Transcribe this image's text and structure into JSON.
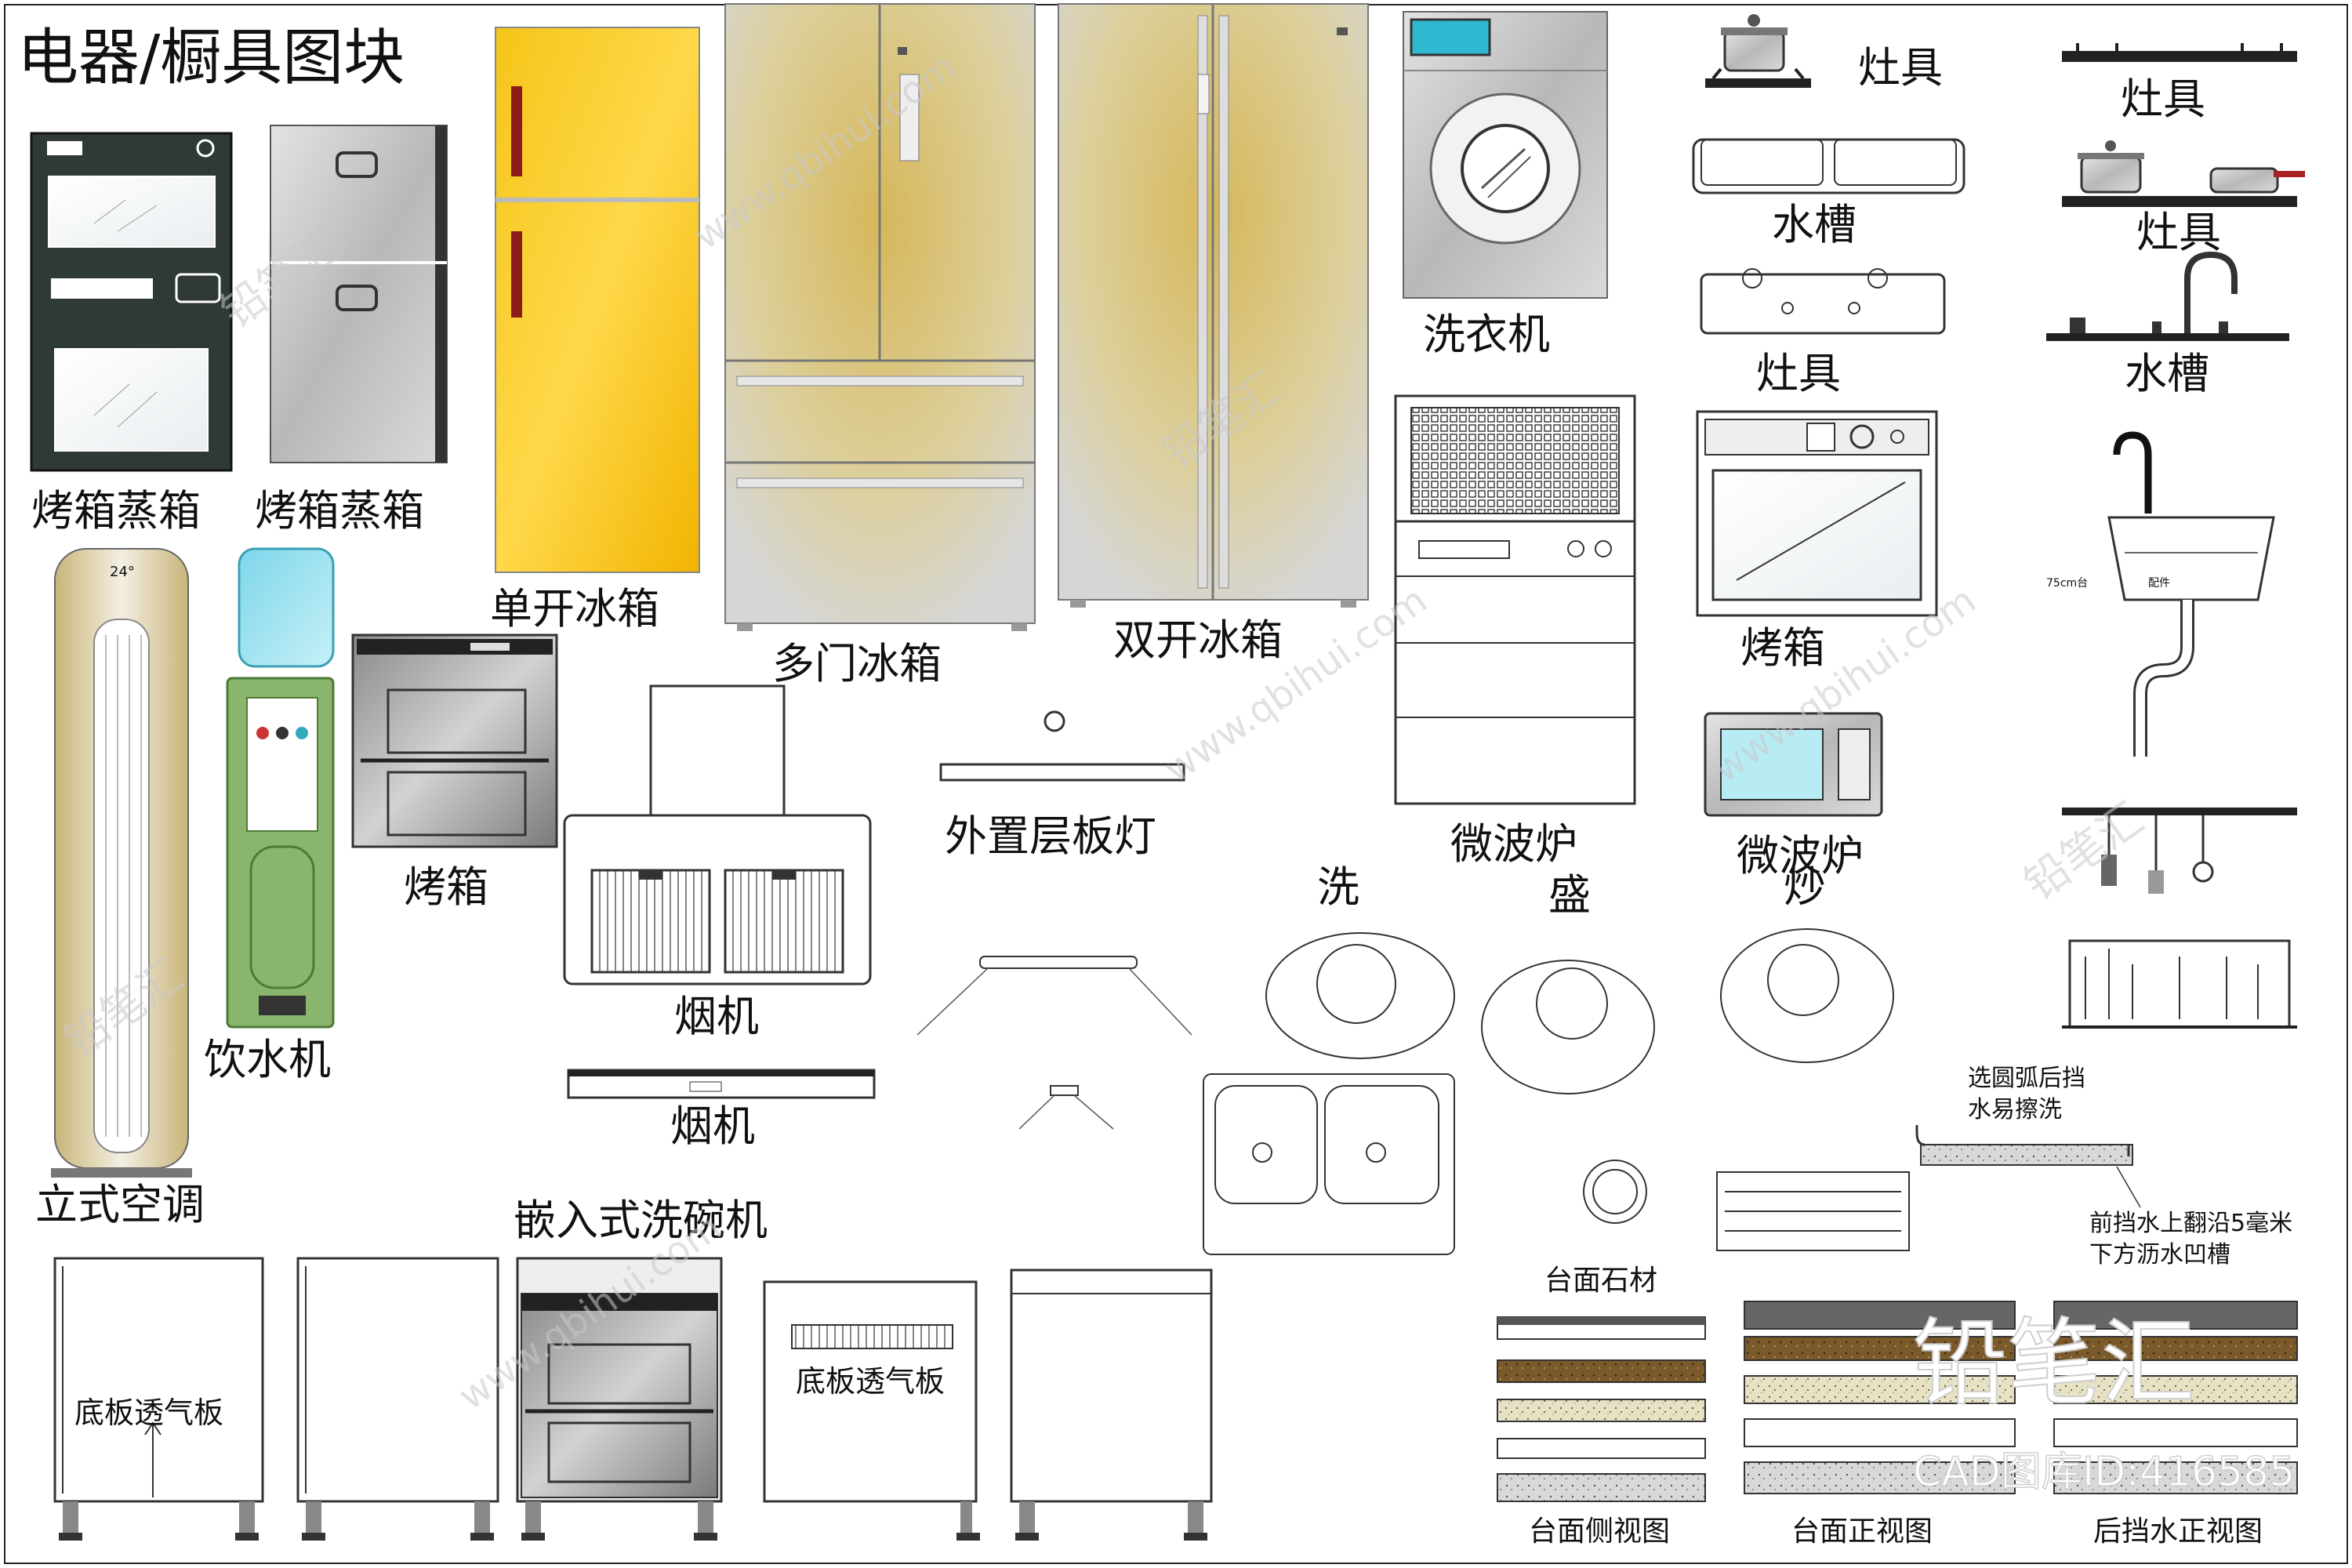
{
  "title": "电器/橱具图块",
  "labels": {
    "oven_steamer_1": "烤箱蒸箱",
    "oven_steamer_2": "烤箱蒸箱",
    "single_fridge": "单开冰箱",
    "multi_fridge": "多门冰箱",
    "double_fridge": "双开冰箱",
    "washer": "洗衣机",
    "stove_1": "灶具",
    "stove_2": "灶具",
    "stove_3": "灶具",
    "stove_4": "灶具",
    "sink_1": "水槽",
    "sink_2": "水槽",
    "air_conditioner": "立式空调",
    "water_dispenser": "饮水机",
    "oven_1": "烤箱",
    "oven_2": "烤箱",
    "hood_1": "烟机",
    "hood_2": "烟机",
    "shelf_light": "外置层板灯",
    "microwave_1": "微波炉",
    "microwave_2": "微波炉",
    "person_1": "洗",
    "person_2": "盛",
    "person_3": "炒",
    "dishwasher": "嵌入式洗碗机",
    "vent_1": "底板透气板",
    "vent_2": "底板透气板",
    "counter_stone": "台面石材",
    "counter_side": "台面侧视图",
    "counter_front": "台面正视图",
    "backsplash_front": "后挡水正视图",
    "note_arc_1": "选圆弧后挡",
    "note_arc_2": "水易擦洗",
    "note_edge_1": "前挡水上翻沿5毫米",
    "note_edge_2": "下方沥水凹槽",
    "sink_note_1": "75cm台",
    "sink_note_2": "配件",
    "ac_display": "24°"
  },
  "watermark": {
    "url": "www.qbihui.com",
    "brand": "铅笔汇",
    "cad_id": "CAD图库ID:416585"
  }
}
